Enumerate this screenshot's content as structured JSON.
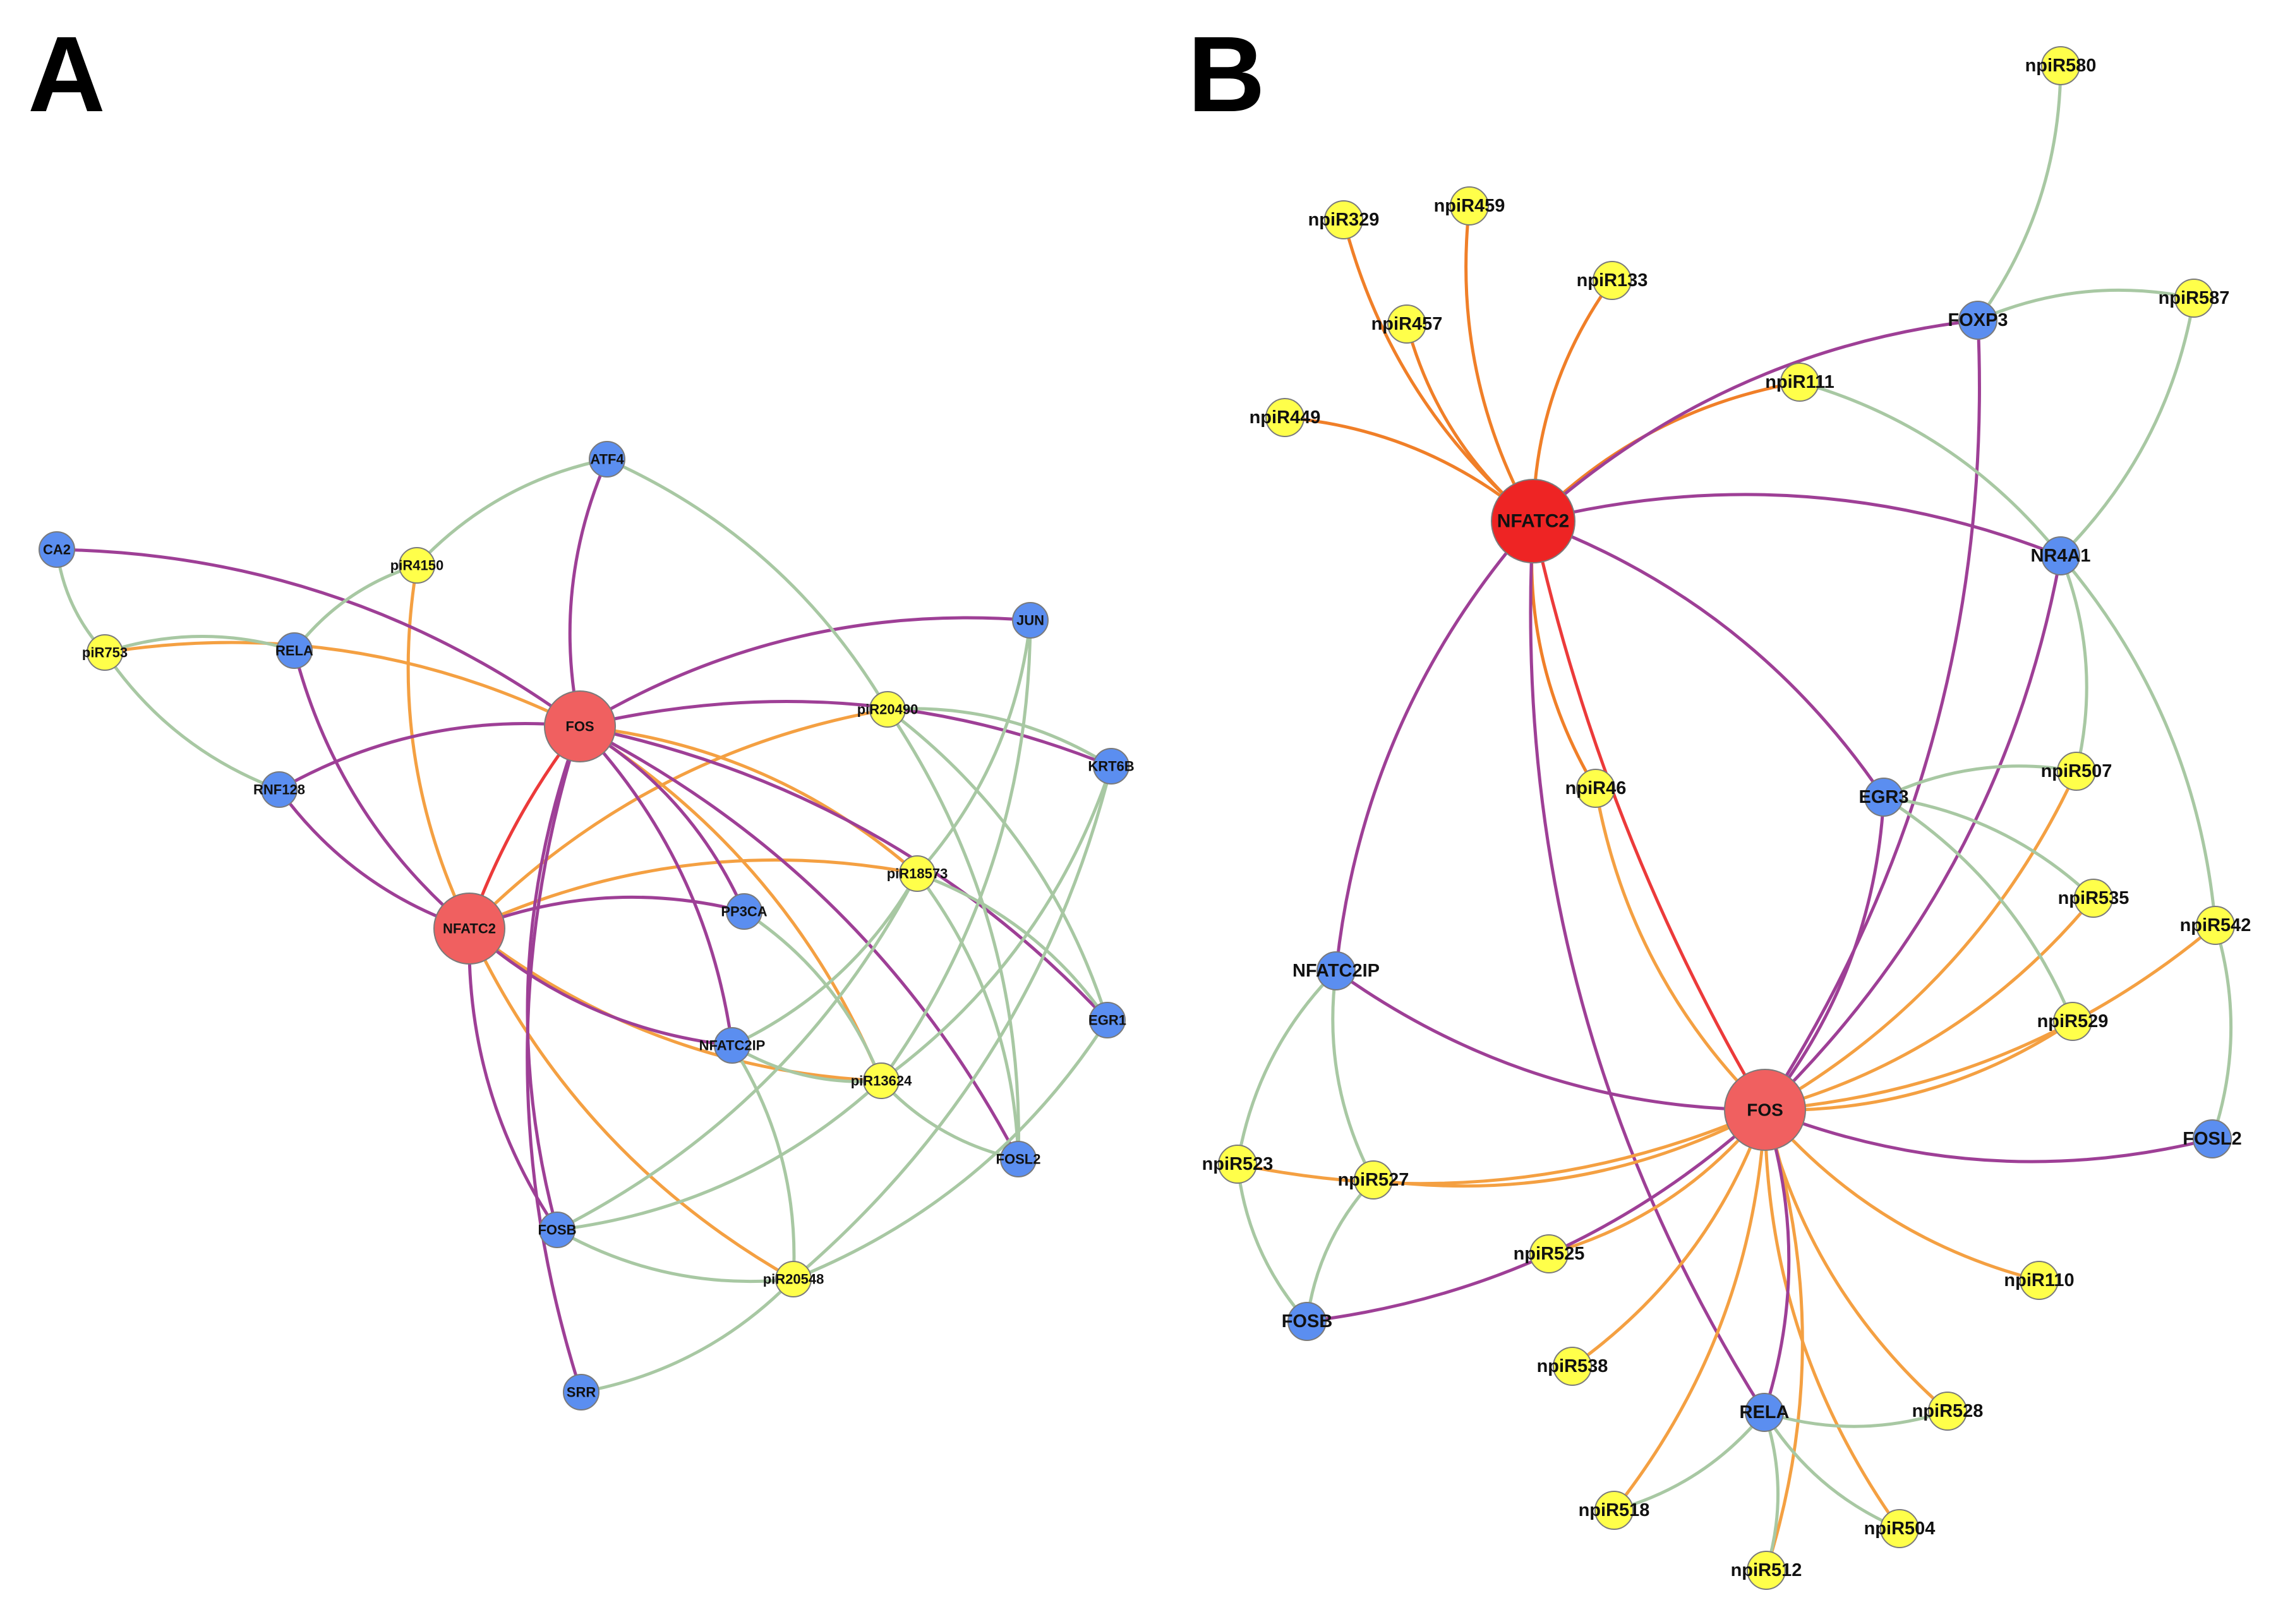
{
  "colors": {
    "hub": "#f06060",
    "hub_dark": "#ee2424",
    "gene": "#5b8ef0",
    "pirna": "#ffff4a",
    "node_stroke": "#7a7a7a",
    "edge_gene_gene": "#9e3f96",
    "edge_hub_hub": "#ec3a3a",
    "edge_hub_pirna": "#f4a042",
    "edge_hub_pirna_b": "#f07f28",
    "edge_pirna_gene": "#a8c8a3"
  },
  "panels": [
    {
      "letter": "A",
      "nodes": [
        {
          "id": "FOS",
          "label": "FOS",
          "type": "hub"
        },
        {
          "id": "NFATC2",
          "label": "NFATC2",
          "type": "hub"
        },
        {
          "id": "ATF4",
          "label": "ATF4",
          "type": "gene"
        },
        {
          "id": "CA2",
          "label": "CA2",
          "type": "gene"
        },
        {
          "id": "RELA",
          "label": "RELA",
          "type": "gene"
        },
        {
          "id": "RNF128",
          "label": "RNF128",
          "type": "gene"
        },
        {
          "id": "JUN",
          "label": "JUN",
          "type": "gene"
        },
        {
          "id": "KRT6B",
          "label": "KRT6B",
          "type": "gene"
        },
        {
          "id": "PP3CA",
          "label": "PP3CA",
          "type": "gene"
        },
        {
          "id": "NFATC2IP",
          "label": "NFATC2IP",
          "type": "gene"
        },
        {
          "id": "EGR1",
          "label": "EGR1",
          "type": "gene"
        },
        {
          "id": "FOSL2",
          "label": "FOSL2",
          "type": "gene"
        },
        {
          "id": "FOSB",
          "label": "FOSB",
          "type": "gene"
        },
        {
          "id": "SRR",
          "label": "SRR",
          "type": "gene"
        },
        {
          "id": "piR4150",
          "label": "piR4150",
          "type": "pirna"
        },
        {
          "id": "piR753",
          "label": "piR753",
          "type": "pirna"
        },
        {
          "id": "piR20490",
          "label": "piR20490",
          "type": "pirna"
        },
        {
          "id": "piR18573",
          "label": "piR18573",
          "type": "pirna"
        },
        {
          "id": "piR13624",
          "label": "piR13624",
          "type": "pirna"
        },
        {
          "id": "piR20548",
          "label": "piR20548",
          "type": "pirna"
        }
      ],
      "edges": [
        [
          "FOS",
          "NFATC2",
          "hub_hub"
        ],
        [
          "FOS",
          "piR753",
          "hub_pirna"
        ],
        [
          "FOS",
          "piR18573",
          "hub_pirna"
        ],
        [
          "FOS",
          "piR13624",
          "hub_pirna"
        ],
        [
          "NFATC2",
          "piR4150",
          "hub_pirna"
        ],
        [
          "NFATC2",
          "piR20490",
          "hub_pirna"
        ],
        [
          "NFATC2",
          "piR18573",
          "hub_pirna"
        ],
        [
          "NFATC2",
          "piR13624",
          "hub_pirna"
        ],
        [
          "NFATC2",
          "piR20548",
          "hub_pirna"
        ],
        [
          "FOS",
          "ATF4",
          "gene_gene"
        ],
        [
          "FOS",
          "CA2",
          "gene_gene"
        ],
        [
          "FOS",
          "RNF128",
          "gene_gene"
        ],
        [
          "FOS",
          "JUN",
          "gene_gene"
        ],
        [
          "FOS",
          "KRT6B",
          "gene_gene"
        ],
        [
          "FOS",
          "PP3CA",
          "gene_gene"
        ],
        [
          "FOS",
          "NFATC2IP",
          "gene_gene"
        ],
        [
          "FOS",
          "EGR1",
          "gene_gene"
        ],
        [
          "FOS",
          "FOSL2",
          "gene_gene"
        ],
        [
          "FOS",
          "FOSB",
          "gene_gene"
        ],
        [
          "FOS",
          "SRR",
          "gene_gene"
        ],
        [
          "NFATC2",
          "RELA",
          "gene_gene"
        ],
        [
          "NFATC2",
          "RNF128",
          "gene_gene"
        ],
        [
          "NFATC2",
          "PP3CA",
          "gene_gene"
        ],
        [
          "NFATC2",
          "NFATC2IP",
          "gene_gene"
        ],
        [
          "NFATC2",
          "FOSB",
          "gene_gene"
        ],
        [
          "piR4150",
          "ATF4",
          "pirna_gene"
        ],
        [
          "piR4150",
          "RELA",
          "pirna_gene"
        ],
        [
          "piR753",
          "CA2",
          "pirna_gene"
        ],
        [
          "piR753",
          "RELA",
          "pirna_gene"
        ],
        [
          "piR753",
          "RNF128",
          "pirna_gene"
        ],
        [
          "piR20490",
          "ATF4",
          "pirna_gene"
        ],
        [
          "piR20490",
          "KRT6B",
          "pirna_gene"
        ],
        [
          "piR20490",
          "EGR1",
          "pirna_gene"
        ],
        [
          "piR20490",
          "FOSL2",
          "pirna_gene"
        ],
        [
          "piR18573",
          "JUN",
          "pirna_gene"
        ],
        [
          "piR18573",
          "EGR1",
          "pirna_gene"
        ],
        [
          "piR18573",
          "FOSB",
          "pirna_gene"
        ],
        [
          "piR18573",
          "FOSL2",
          "pirna_gene"
        ],
        [
          "piR18573",
          "NFATC2IP",
          "pirna_gene"
        ],
        [
          "piR13624",
          "JUN",
          "pirna_gene"
        ],
        [
          "piR13624",
          "KRT6B",
          "pirna_gene"
        ],
        [
          "piR13624",
          "PP3CA",
          "pirna_gene"
        ],
        [
          "piR13624",
          "FOSB",
          "pirna_gene"
        ],
        [
          "piR13624",
          "FOSL2",
          "pirna_gene"
        ],
        [
          "piR13624",
          "NFATC2IP",
          "pirna_gene"
        ],
        [
          "piR20548",
          "FOSB",
          "pirna_gene"
        ],
        [
          "piR20548",
          "SRR",
          "pirna_gene"
        ],
        [
          "piR20548",
          "EGR1",
          "pirna_gene"
        ],
        [
          "piR20548",
          "KRT6B",
          "pirna_gene"
        ],
        [
          "piR20548",
          "NFATC2IP",
          "pirna_gene"
        ]
      ]
    },
    {
      "letter": "B",
      "nodes": [
        {
          "id": "NFATC2",
          "label": "NFATC2",
          "type": "hub_dark"
        },
        {
          "id": "FOS",
          "label": "FOS",
          "type": "hub"
        },
        {
          "id": "FOXP3",
          "label": "FOXP3",
          "type": "gene"
        },
        {
          "id": "NR4A1",
          "label": "NR4A1",
          "type": "gene"
        },
        {
          "id": "EGR3",
          "label": "EGR3",
          "type": "gene"
        },
        {
          "id": "NFATC2IP",
          "label": "NFATC2IP",
          "type": "gene"
        },
        {
          "id": "FOSL2",
          "label": "FOSL2",
          "type": "gene"
        },
        {
          "id": "FOSB",
          "label": "FOSB",
          "type": "gene"
        },
        {
          "id": "RELA",
          "label": "RELA",
          "type": "gene"
        },
        {
          "id": "npiR580",
          "label": "npiR580",
          "type": "pirna"
        },
        {
          "id": "npiR329",
          "label": "npiR329",
          "type": "pirna"
        },
        {
          "id": "npiR459",
          "label": "npiR459",
          "type": "pirna"
        },
        {
          "id": "npiR133",
          "label": "npiR133",
          "type": "pirna"
        },
        {
          "id": "npiR457",
          "label": "npiR457",
          "type": "pirna"
        },
        {
          "id": "npiR587",
          "label": "npiR587",
          "type": "pirna"
        },
        {
          "id": "npiR111",
          "label": "npiR111",
          "type": "pirna"
        },
        {
          "id": "npiR449",
          "label": "npiR449",
          "type": "pirna"
        },
        {
          "id": "npiR46",
          "label": "npiR46",
          "type": "pirna"
        },
        {
          "id": "npiR507",
          "label": "npiR507",
          "type": "pirna"
        },
        {
          "id": "npiR535",
          "label": "npiR535",
          "type": "pirna"
        },
        {
          "id": "npiR542",
          "label": "npiR542",
          "type": "pirna"
        },
        {
          "id": "npiR529",
          "label": "npiR529",
          "type": "pirna"
        },
        {
          "id": "npiR523",
          "label": "npiR523",
          "type": "pirna"
        },
        {
          "id": "npiR527",
          "label": "npiR527",
          "type": "pirna"
        },
        {
          "id": "npiR525",
          "label": "npiR525",
          "type": "pirna"
        },
        {
          "id": "npiR110",
          "label": "npiR110",
          "type": "pirna"
        },
        {
          "id": "npiR538",
          "label": "npiR538",
          "type": "pirna"
        },
        {
          "id": "npiR528",
          "label": "npiR528",
          "type": "pirna"
        },
        {
          "id": "npiR518",
          "label": "npiR518",
          "type": "pirna"
        },
        {
          "id": "npiR504",
          "label": "npiR504",
          "type": "pirna"
        },
        {
          "id": "npiR512",
          "label": "npiR512",
          "type": "pirna"
        }
      ],
      "edges": [
        [
          "NFATC2",
          "FOS",
          "hub_hub"
        ],
        [
          "NFATC2",
          "npiR329",
          "hub_pirna_b"
        ],
        [
          "NFATC2",
          "npiR459",
          "hub_pirna_b"
        ],
        [
          "NFATC2",
          "npiR133",
          "hub_pirna_b"
        ],
        [
          "NFATC2",
          "npiR457",
          "hub_pirna_b"
        ],
        [
          "NFATC2",
          "npiR111",
          "hub_pirna_b"
        ],
        [
          "NFATC2",
          "npiR449",
          "hub_pirna_b"
        ],
        [
          "NFATC2",
          "npiR46",
          "hub_pirna_b"
        ],
        [
          "NFATC2",
          "FOXP3",
          "gene_gene"
        ],
        [
          "NFATC2",
          "NR4A1",
          "gene_gene"
        ],
        [
          "NFATC2",
          "EGR3",
          "gene_gene"
        ],
        [
          "NFATC2",
          "NFATC2IP",
          "gene_gene"
        ],
        [
          "NFATC2",
          "RELA",
          "gene_gene"
        ],
        [
          "FOS",
          "npiR46",
          "hub_pirna"
        ],
        [
          "FOS",
          "npiR507",
          "hub_pirna"
        ],
        [
          "FOS",
          "npiR535",
          "hub_pirna"
        ],
        [
          "FOS",
          "npiR542",
          "hub_pirna"
        ],
        [
          "FOS",
          "npiR529",
          "hub_pirna"
        ],
        [
          "FOS",
          "npiR523",
          "hub_pirna"
        ],
        [
          "FOS",
          "npiR527",
          "hub_pirna"
        ],
        [
          "FOS",
          "npiR525",
          "hub_pirna"
        ],
        [
          "FOS",
          "npiR110",
          "hub_pirna"
        ],
        [
          "FOS",
          "npiR538",
          "hub_pirna"
        ],
        [
          "FOS",
          "npiR528",
          "hub_pirna"
        ],
        [
          "FOS",
          "npiR518",
          "hub_pirna"
        ],
        [
          "FOS",
          "npiR504",
          "hub_pirna"
        ],
        [
          "FOS",
          "npiR512",
          "hub_pirna"
        ],
        [
          "FOS",
          "FOXP3",
          "gene_gene"
        ],
        [
          "FOS",
          "NR4A1",
          "gene_gene"
        ],
        [
          "FOS",
          "EGR3",
          "gene_gene"
        ],
        [
          "FOS",
          "NFATC2IP",
          "gene_gene"
        ],
        [
          "FOS",
          "FOSL2",
          "gene_gene"
        ],
        [
          "FOS",
          "FOSB",
          "gene_gene"
        ],
        [
          "FOS",
          "RELA",
          "gene_gene"
        ],
        [
          "npiR580",
          "FOXP3",
          "pirna_gene"
        ],
        [
          "npiR587",
          "FOXP3",
          "pirna_gene"
        ],
        [
          "npiR587",
          "NR4A1",
          "pirna_gene"
        ],
        [
          "npiR111",
          "NR4A1",
          "pirna_gene"
        ],
        [
          "npiR507",
          "NR4A1",
          "pirna_gene"
        ],
        [
          "npiR542",
          "NR4A1",
          "pirna_gene"
        ],
        [
          "npiR542",
          "FOSL2",
          "pirna_gene"
        ],
        [
          "npiR507",
          "EGR3",
          "pirna_gene"
        ],
        [
          "npiR535",
          "EGR3",
          "pirna_gene"
        ],
        [
          "npiR529",
          "EGR3",
          "pirna_gene"
        ],
        [
          "npiR523",
          "NFATC2IP",
          "pirna_gene"
        ],
        [
          "npiR527",
          "NFATC2IP",
          "pirna_gene"
        ],
        [
          "npiR523",
          "FOSB",
          "pirna_gene"
        ],
        [
          "npiR527",
          "FOSB",
          "pirna_gene"
        ],
        [
          "npiR528",
          "RELA",
          "pirna_gene"
        ],
        [
          "npiR518",
          "RELA",
          "pirna_gene"
        ],
        [
          "npiR504",
          "RELA",
          "pirna_gene"
        ],
        [
          "npiR512",
          "RELA",
          "pirna_gene"
        ]
      ]
    }
  ]
}
